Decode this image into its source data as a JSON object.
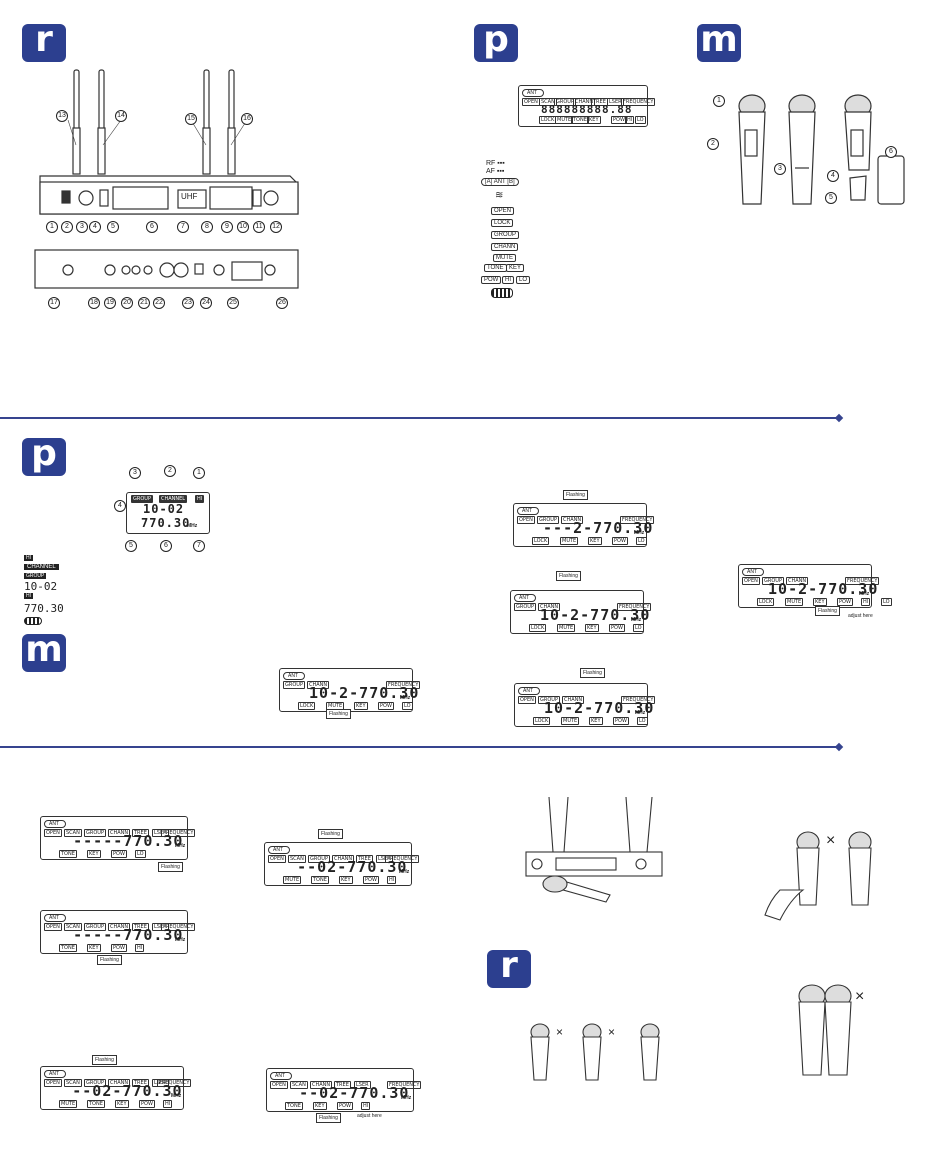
{
  "sections": {
    "top": {
      "badges": [
        "r",
        "p",
        "m"
      ]
    },
    "middle": {
      "badges": [
        "p",
        "m"
      ]
    },
    "bottom": {
      "badges": [
        "r"
      ]
    }
  },
  "receiver": {
    "front_labels": [
      "1",
      "2",
      "3",
      "4",
      "5",
      "6",
      "7",
      "8",
      "9",
      "10",
      "11",
      "12"
    ],
    "antenna_labels": [
      "13",
      "14",
      "15",
      "16"
    ],
    "back_labels": [
      "17",
      "18",
      "19",
      "20",
      "21",
      "22",
      "23",
      "24",
      "25",
      "26"
    ],
    "brand": "UHF"
  },
  "lcd_icons": {
    "ant": "ANT",
    "rf": "RF",
    "af": "AF",
    "ab": [
      "A",
      "B"
    ],
    "labels": [
      "OPEN",
      "LOCK",
      "GROUP",
      "CHANN",
      "MUTE",
      "TONE",
      "KEY",
      "POW",
      "HI",
      "LO"
    ],
    "digits": "888888888.88",
    "mhz": "MHz",
    "full_tags": [
      "OPEN",
      "SCAN",
      "GROUP",
      "CHANN",
      "TREE",
      "LSER",
      "FREQUENCY",
      "LOCK",
      "MUTE",
      "TONE",
      "KEY",
      "POW",
      "HI",
      "LO"
    ]
  },
  "mic": {
    "labels": [
      "1",
      "2",
      "3",
      "4",
      "5",
      "6"
    ]
  },
  "small_lcd": {
    "labels": [
      "1",
      "2",
      "3",
      "4",
      "5",
      "6",
      "7"
    ],
    "top_tags": [
      "GROUP",
      "CHANNEL",
      "HI"
    ],
    "line1": "10-02",
    "line2": "770.30",
    "mhz": "MHz",
    "legend": [
      "HI",
      "CHANNEL",
      "GROUP",
      "10-02",
      "HI",
      "770.30"
    ]
  },
  "display_texts": {
    "freq_a": "---2-770.30",
    "freq_b": "10-2-770.30",
    "freq_c": "-----770.30",
    "freq_d": "--02-770.30",
    "flashing": "Flashing",
    "adjust": "adjust here",
    "mhz": "MHz"
  },
  "marks": {
    "cross": "×"
  }
}
